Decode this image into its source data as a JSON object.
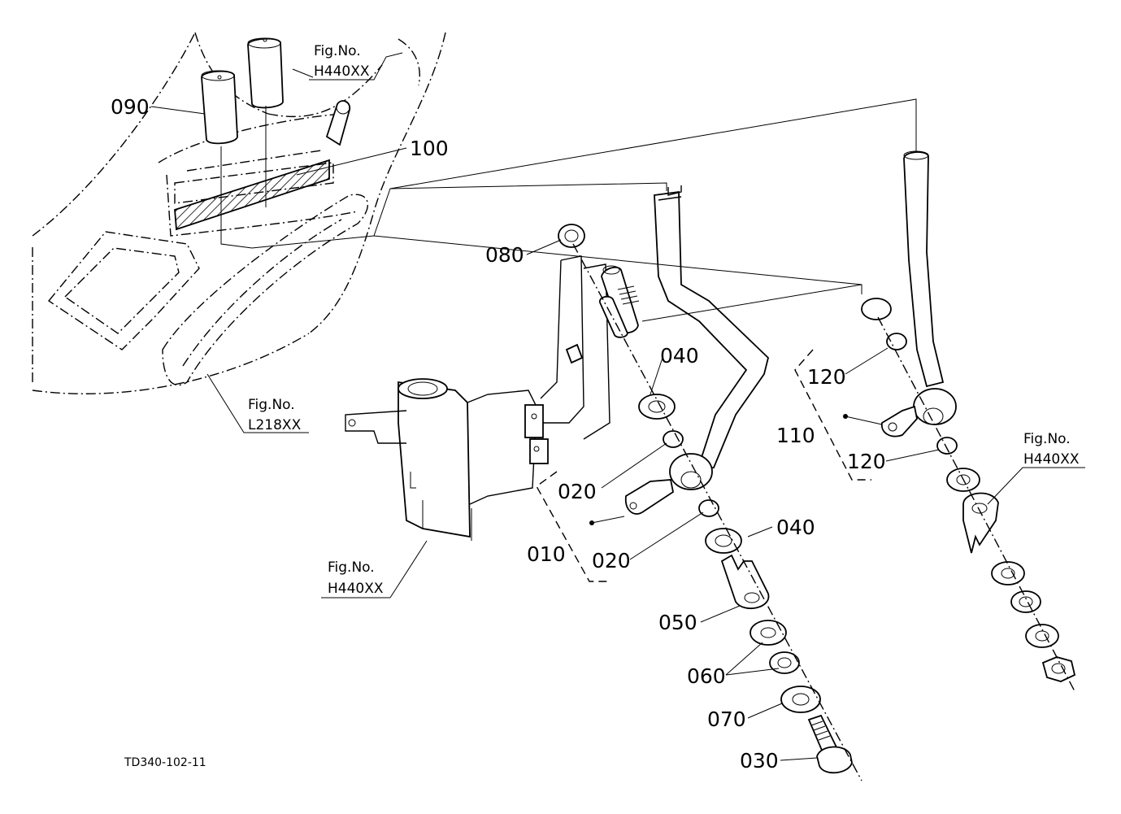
{
  "drawing_code": "TD340-102-11",
  "callouts": {
    "c010": "010",
    "c020a": "020",
    "c020b": "020",
    "c030": "030",
    "c040a": "040",
    "c040b": "040",
    "c050": "050",
    "c060": "060",
    "c070": "070",
    "c080": "080",
    "c090": "090",
    "c100": "100",
    "c110": "110",
    "c120a": "120",
    "c120b": "120"
  },
  "figure_refs": {
    "top": {
      "label": "Fig.No.",
      "code": "H440XX"
    },
    "left": {
      "label": "Fig.No.",
      "code": "L218XX"
    },
    "bottom": {
      "label": "Fig.No.",
      "code": "H440XX"
    },
    "right": {
      "label": "Fig.No.",
      "code": "H440XX"
    }
  }
}
